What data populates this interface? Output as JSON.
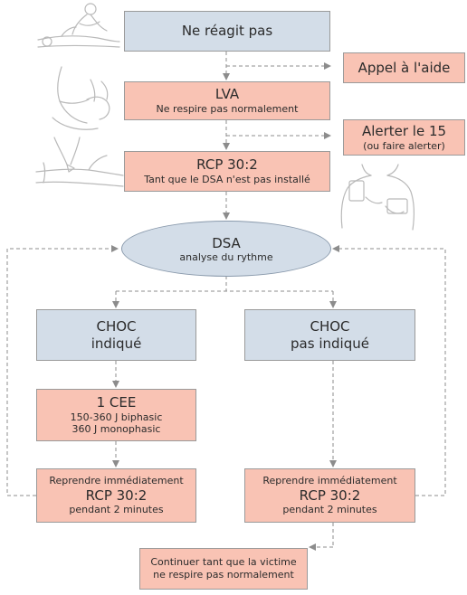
{
  "steps": {
    "unresponsive": "Ne réagit pas",
    "call_help": "Appel à l'aide",
    "lva": {
      "title": "LVA",
      "subtitle": "Ne respire pas normalement"
    },
    "alert": {
      "title": "Alerter le 15",
      "subtitle": "(ou faire alerter)"
    },
    "rcp_initial": {
      "title": "RCP 30:2",
      "subtitle": "Tant que le DSA n'est pas installé"
    },
    "dsa": {
      "title": "DSA",
      "subtitle": "analyse du rythme"
    },
    "choc_indique": {
      "line1": "CHOC",
      "line2": "indiqué"
    },
    "choc_pas_indique": {
      "line1": "CHOC",
      "line2": "pas indiqué"
    },
    "cee": {
      "title": "1 CEE",
      "line1": "150-360 J biphasic",
      "line2": "360 J monophasic"
    },
    "resume_left": {
      "top": "Reprendre immédiatement",
      "main": "RCP 30:2",
      "bottom": "pendant 2 minutes"
    },
    "resume_right": {
      "top": "Reprendre immédiatement",
      "main": "RCP 30:2",
      "bottom": "pendant 2 minutes"
    },
    "continue": {
      "line1": "Continuer tant que la victime",
      "line2": "ne respire pas normalement"
    }
  },
  "illustrations": [
    "check-response-illustration",
    "airway-illustration",
    "chest-compression-illustration",
    "defibrillator-pads-illustration"
  ],
  "colors": {
    "blue_box": "#d3dde8",
    "pink_box": "#f9c3b4",
    "connector": "#8c8c8c"
  }
}
